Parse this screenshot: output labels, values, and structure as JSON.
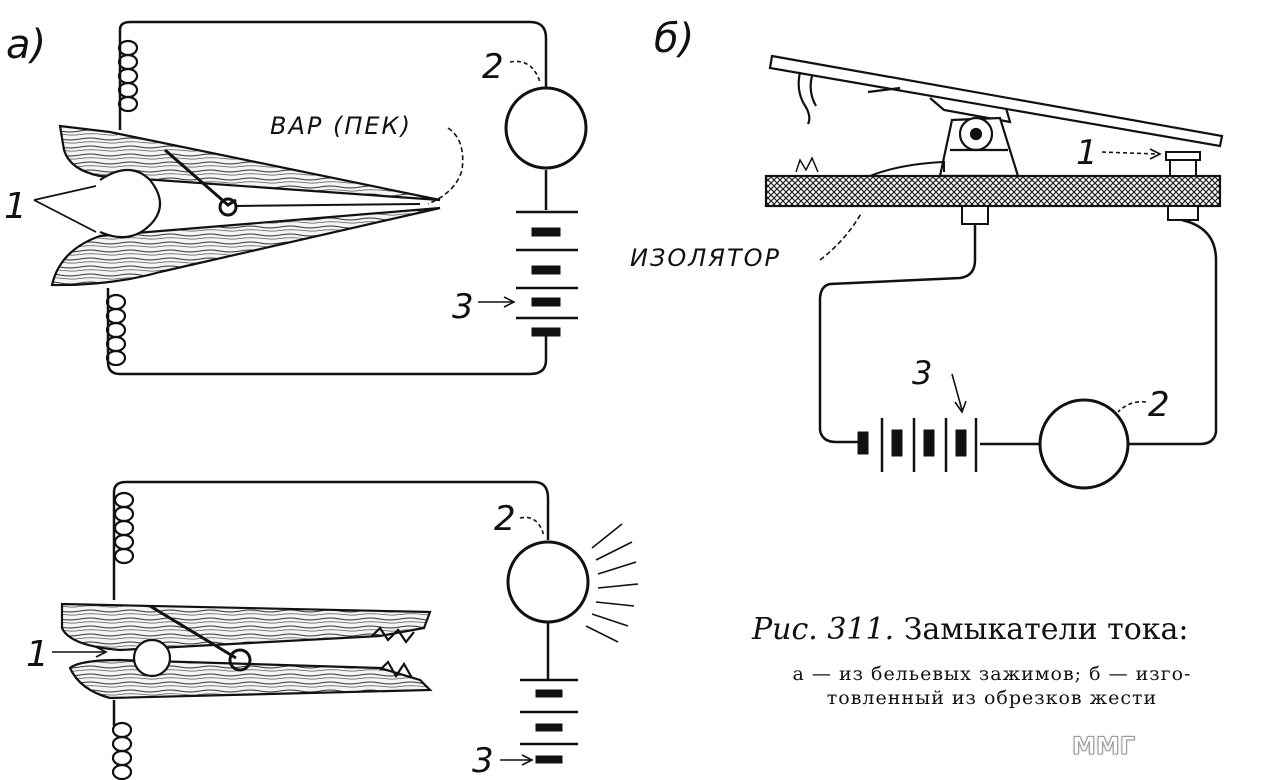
{
  "panel_a": {
    "label": "а)",
    "callout_var": "ВАР (ПЕК)",
    "num_1": "1",
    "num_2": "2",
    "num_3": "3"
  },
  "panel_a2": {
    "num_1": "1",
    "num_2": "2",
    "num_3": "3"
  },
  "panel_b": {
    "label": "б)",
    "callout_insulator": "ИЗОЛЯТОР",
    "num_1": "1",
    "num_2": "2",
    "num_3": "3"
  },
  "caption": {
    "fig_prefix": "Рис. 311.",
    "title": "Замыкатели тока:",
    "line1": "а — из бельевых зажимов; б — изго-",
    "line2": "товленный из обрезков жести"
  },
  "watermark": {
    "text": "ММГ"
  }
}
